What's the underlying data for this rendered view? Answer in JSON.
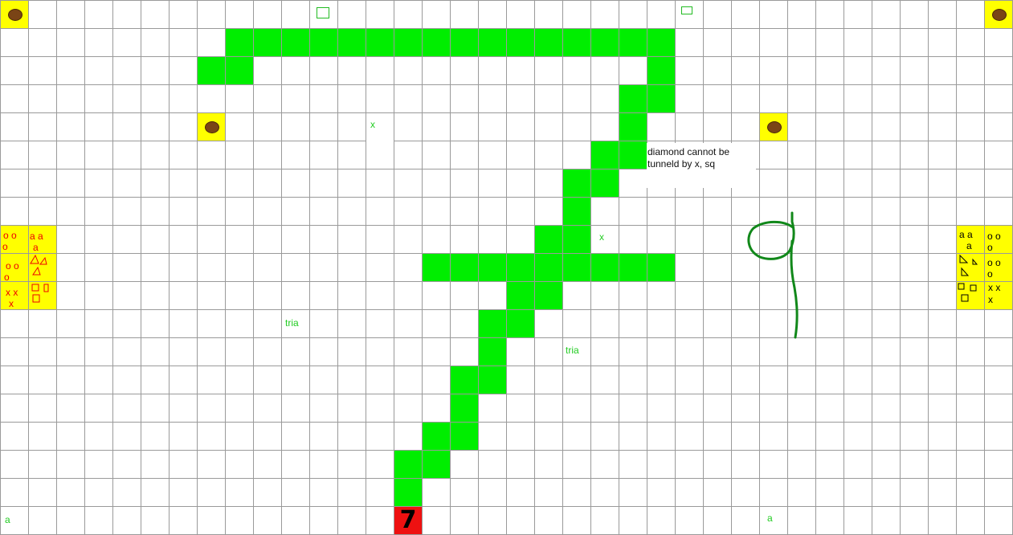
{
  "colors": {
    "path": "#00ee00",
    "gold_tile": "#ffff00",
    "coin": "#7a4416",
    "start_tile": "#ee1111",
    "green_text": "#22cc22",
    "hint_text": "#111111",
    "scribble": "#11881a",
    "grid_line": "#9a9a9a"
  },
  "icons": {
    "coin": "coin-icon",
    "start": "seven-icon",
    "square": "square-icon",
    "triangle": "triangle-icon",
    "scribble": "nine-scribble"
  },
  "labels": {
    "x_upper": "x",
    "x_middle": "x",
    "tria_left": "tria",
    "tria_right": "tria",
    "a_bottom_left": "a",
    "a_bottom_right": "a"
  },
  "hint": {
    "line1": "diamond cannot be",
    "line2": "tunneld by x, sq"
  },
  "start_tile": {
    "glyph": "7"
  },
  "left_legend": {
    "o_row1": "o   o",
    "o_row2": "o",
    "a_row1": "a   a",
    "a_row2": "a",
    "o2_row1": "o  o",
    "o2_row2": "o",
    "x_row1": "x x",
    "x_row2": "x"
  },
  "right_legend": {
    "a_row1": "a   a",
    "a_row2": "a",
    "o_row1": "o   o",
    "o_row2": "o",
    "o2_row1": "o   o",
    "o2_row2": "o",
    "x_row1": "x   x",
    "x_row2": "x"
  }
}
